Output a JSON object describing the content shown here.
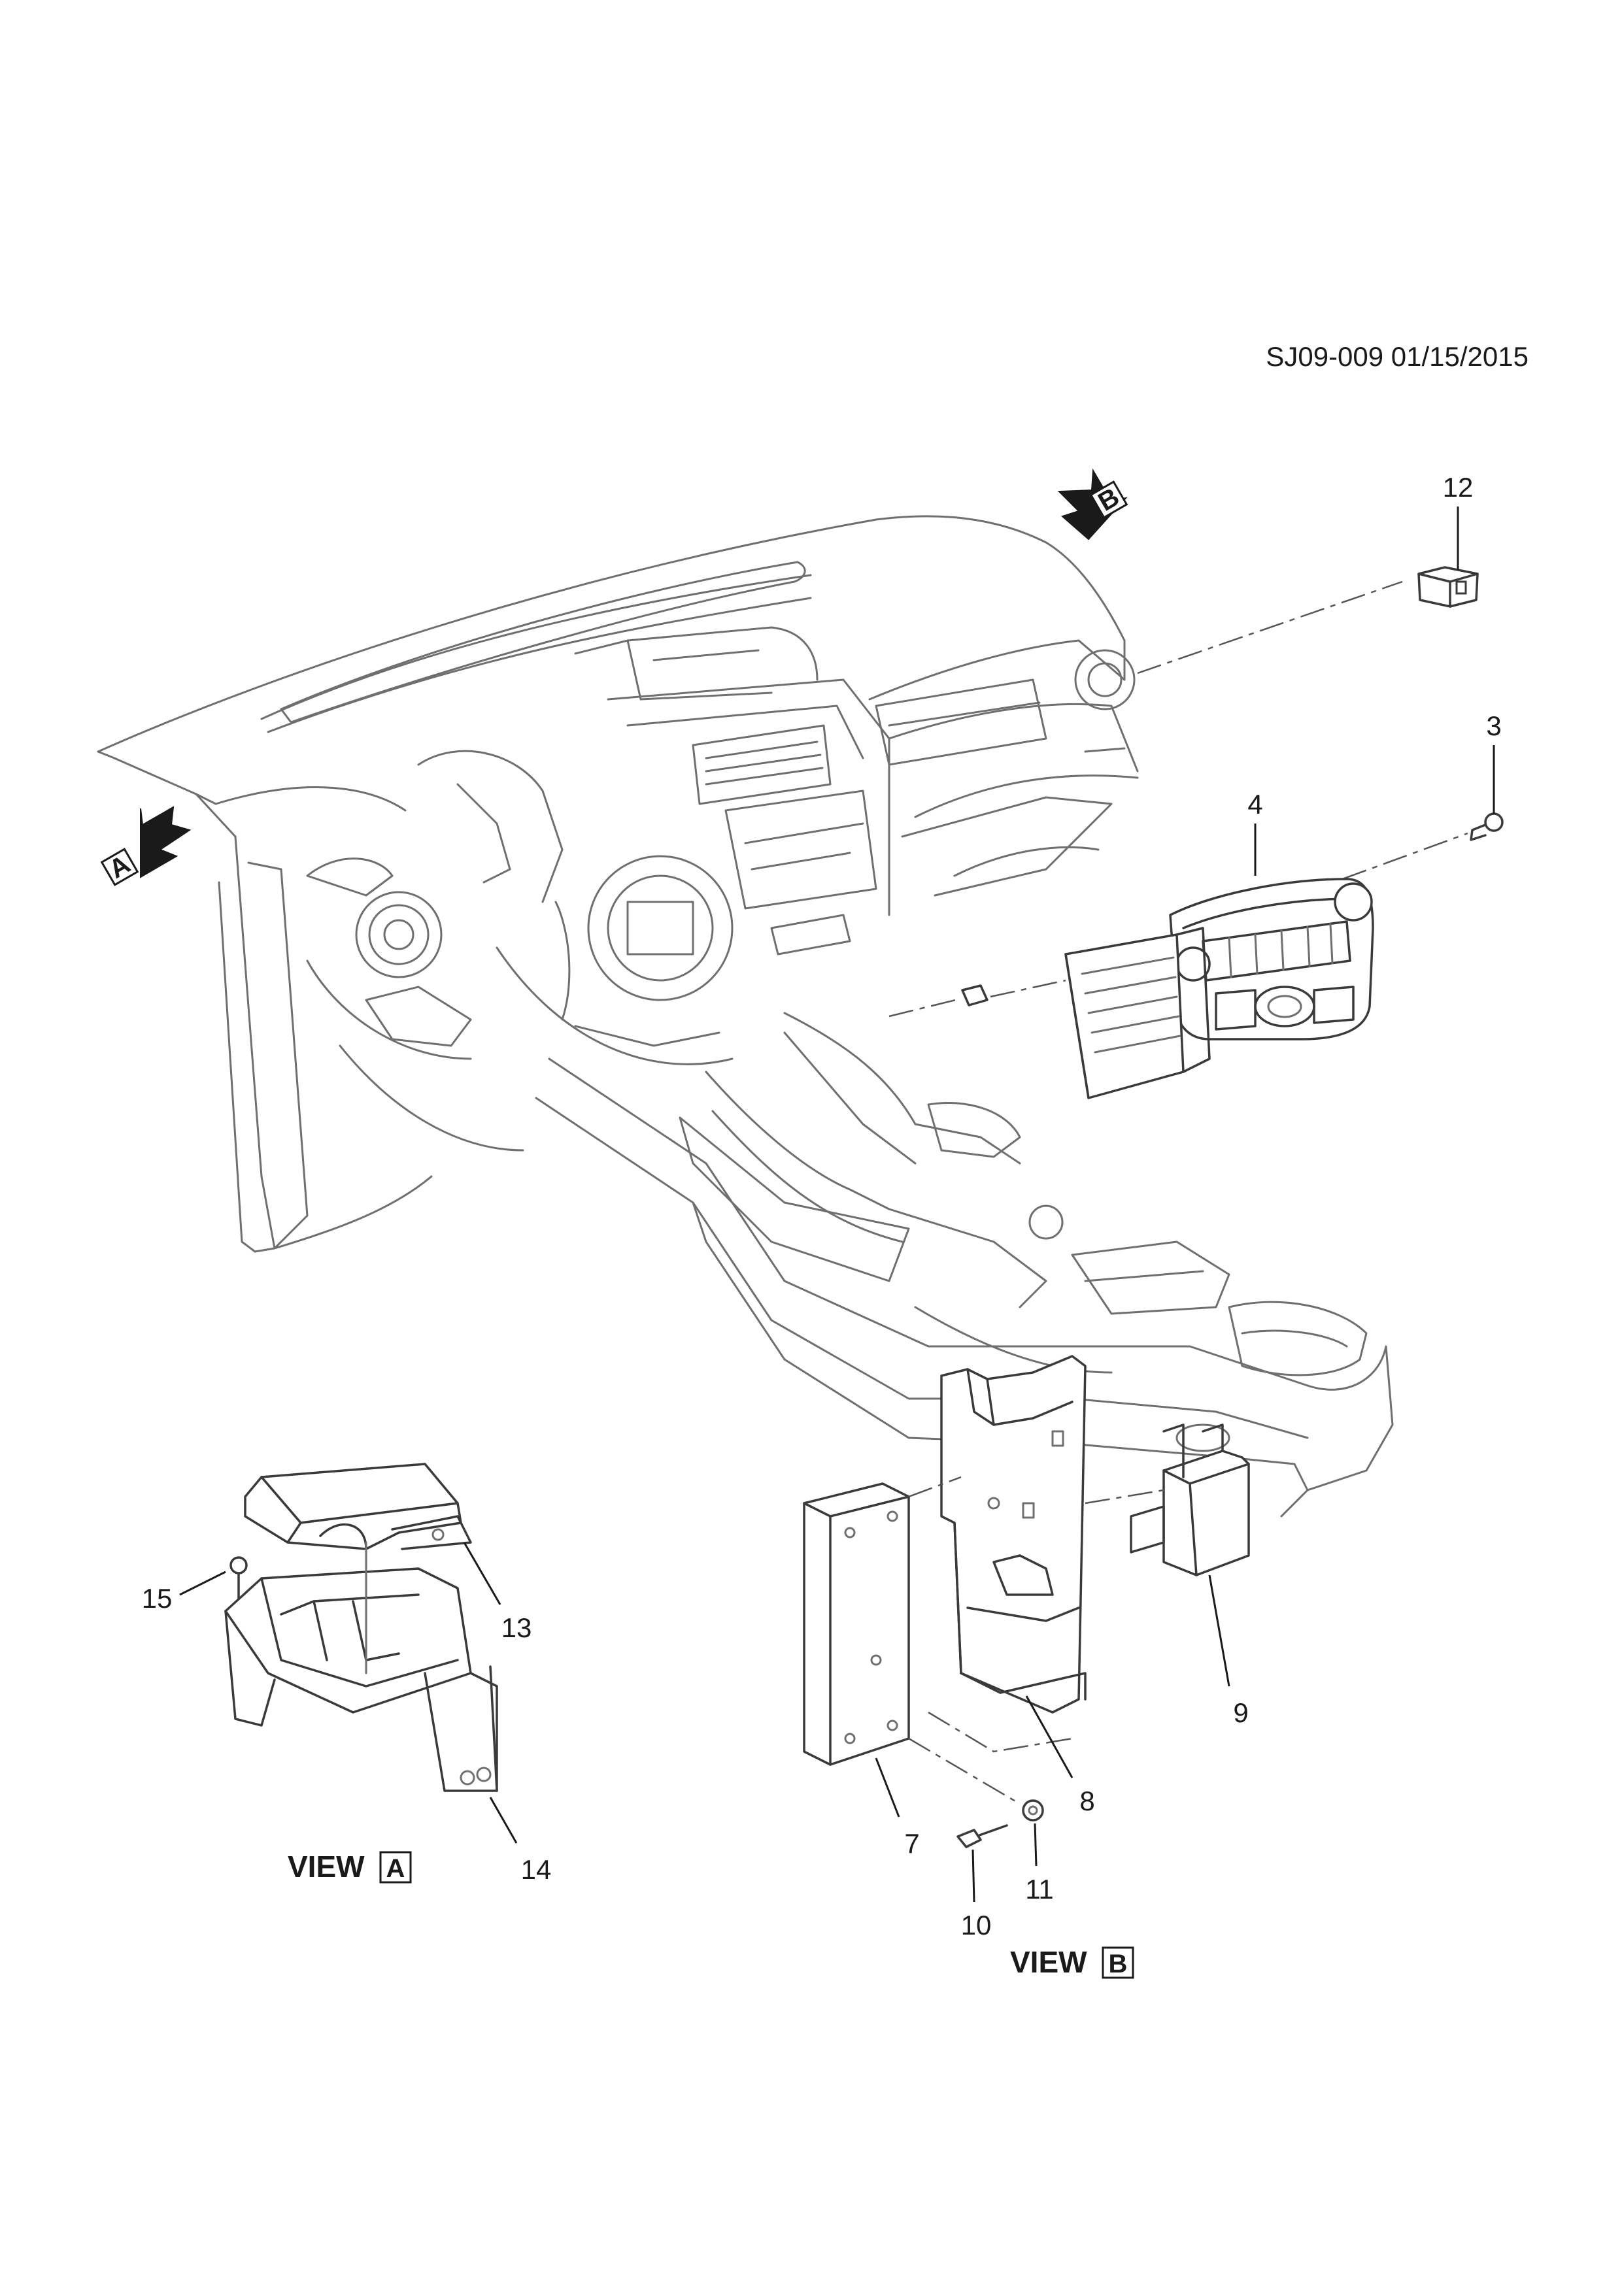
{
  "document": {
    "code": "SJ09-009 01/15/2015"
  },
  "callouts": [
    {
      "id": "c12",
      "label": "12"
    },
    {
      "id": "c3",
      "label": "3"
    },
    {
      "id": "c4",
      "label": "4"
    },
    {
      "id": "c15",
      "label": "15"
    },
    {
      "id": "c13",
      "label": "13"
    },
    {
      "id": "c14",
      "label": "14"
    },
    {
      "id": "c9",
      "label": "9"
    },
    {
      "id": "c8",
      "label": "8"
    },
    {
      "id": "c7",
      "label": "7"
    },
    {
      "id": "c11",
      "label": "11"
    },
    {
      "id": "c10",
      "label": "10"
    }
  ],
  "view_markers": {
    "a": "A",
    "b": "B"
  },
  "views": {
    "a": {
      "word": "VIEW",
      "letter": "A"
    },
    "b": {
      "word": "VIEW",
      "letter": "B"
    }
  },
  "style": {
    "line_color": "#6f6f6f",
    "text_color": "#1a1a1a"
  }
}
